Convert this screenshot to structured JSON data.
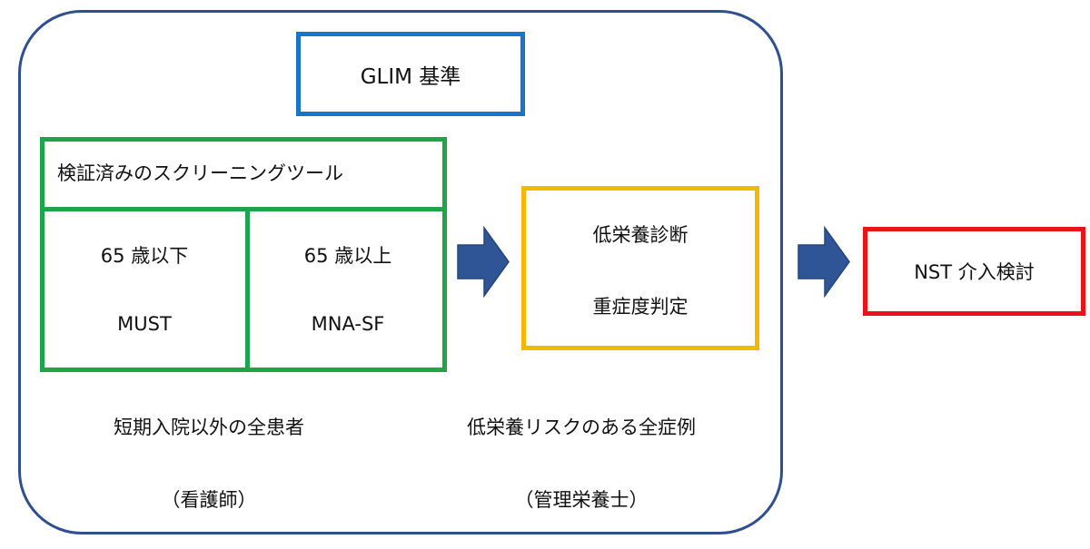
{
  "glim": {
    "label": "GLIM 基準"
  },
  "screening": {
    "title": "検証済みのスクリーニングツール",
    "under65": {
      "age": "65 歳以下",
      "tool": "MUST"
    },
    "over65": {
      "age": "65 歳以上",
      "tool": "MNA-SF"
    }
  },
  "diagnosis": {
    "line1": "低栄養診断",
    "line2": "重症度判定"
  },
  "nst": {
    "label": "NST 介入検討"
  },
  "left_caption": {
    "target": "短期入院以外の全患者",
    "role": "（看護師）"
  },
  "right_caption": {
    "target": "低栄養リスクのある全症例",
    "role": "（管理栄養士）"
  },
  "colors": {
    "outer_border": "#2F4F8F",
    "glim_border": "#1874C8",
    "screening_border": "#1EA54A",
    "diagnosis_border": "#F5B800",
    "nst_border": "#E8141A",
    "arrow_fill": "#2F5597"
  },
  "icons": [
    "right-arrow-icon",
    "right-arrow-icon"
  ]
}
